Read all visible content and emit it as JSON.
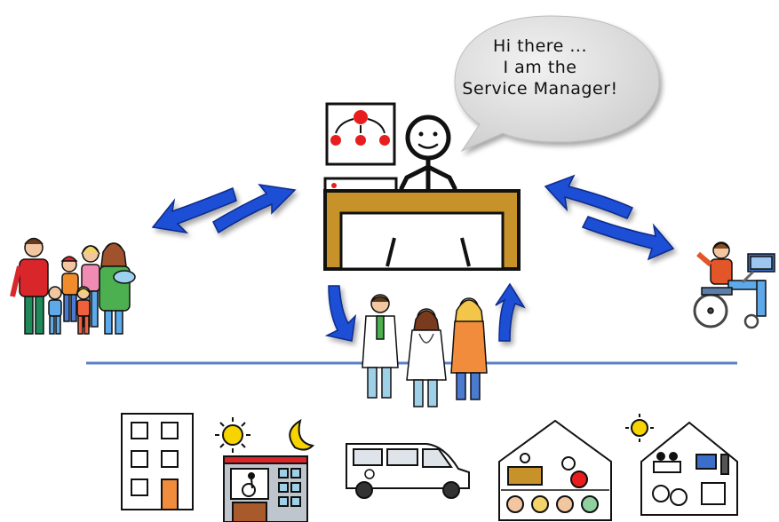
{
  "speech_bubble": {
    "line1": "Hi there ...",
    "line2": "I am the",
    "line3": "Service Manager!"
  },
  "colors": {
    "arrow_blue": "#1f4fd6",
    "desk_brown": "#c8922a",
    "divider_blue": "#5b7fc8",
    "bubble_grey": "#dcdcdc"
  },
  "icons": [
    "service-manager-figure",
    "org-chart-board",
    "desk",
    "family-group",
    "wheelchair-user-with-computer",
    "health-professionals",
    "apartment-building",
    "sun-icon",
    "moon-icon",
    "accessible-residence",
    "accessible-van",
    "day-centre-house",
    "activity-centre-house"
  ]
}
